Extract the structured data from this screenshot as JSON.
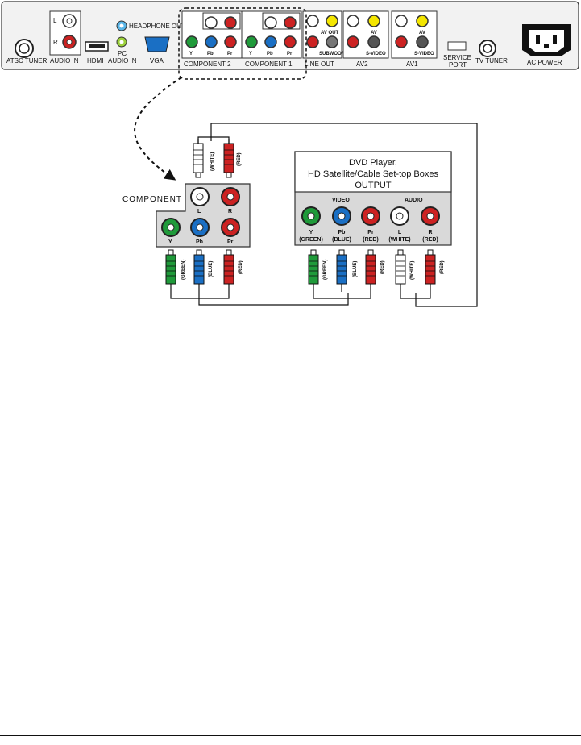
{
  "panel": {
    "labels": {
      "atsc_tuner": "ATSC TUNER",
      "audio_in": "AUDIO IN",
      "hdmi": "HDMI",
      "pc_audio_in": "PC\nAUDIO IN",
      "headphone_out": "HEADPHONE OUT",
      "vga": "VGA",
      "component2": "COMPONENT 2",
      "component1": "COMPONENT 1",
      "line_out": "LINE OUT",
      "av2": "AV2",
      "av1": "AV1",
      "service_port": "SERVICE\nPORT",
      "tv_tuner": "TV TUNER",
      "ac_power": "AC POWER",
      "l": "L",
      "r": "R",
      "y": "Y",
      "pb": "Pb",
      "pr": "Pr",
      "av_out": "AV OUT",
      "subwoofer": "SUBWOOFER",
      "av": "AV",
      "svideo": "S-VIDEO"
    }
  },
  "tv_component": {
    "title": "COMPONENT",
    "l": "L",
    "r": "R",
    "y": "Y",
    "pb": "Pb",
    "pr": "Pr"
  },
  "dvd_box": {
    "title_line1": "DVD Player,",
    "title_line2": "HD Satellite/Cable Set-top Boxes",
    "title_line3": "OUTPUT",
    "video_label": "VIDEO",
    "audio_label": "AUDIO",
    "jacks": [
      {
        "name": "Y",
        "color_name": "(GREEN)"
      },
      {
        "name": "Pb",
        "color_name": "(BLUE)"
      },
      {
        "name": "Pr",
        "color_name": "(RED)"
      },
      {
        "name": "L",
        "color_name": "(WHITE)"
      },
      {
        "name": "R",
        "color_name": "(RED)"
      }
    ]
  },
  "plug_labels": {
    "white": "(WHITE)",
    "red": "(RED)",
    "green": "(GREEN)",
    "blue": "(BLUE)"
  },
  "colors": {
    "green": "#1f9a3a",
    "blue": "#1a6fc4",
    "red": "#cc2222",
    "white": "#ffffff",
    "yellow": "#f4e600",
    "gray_panel": "#d9d9d9",
    "gray_box": "#cfcfcf"
  }
}
